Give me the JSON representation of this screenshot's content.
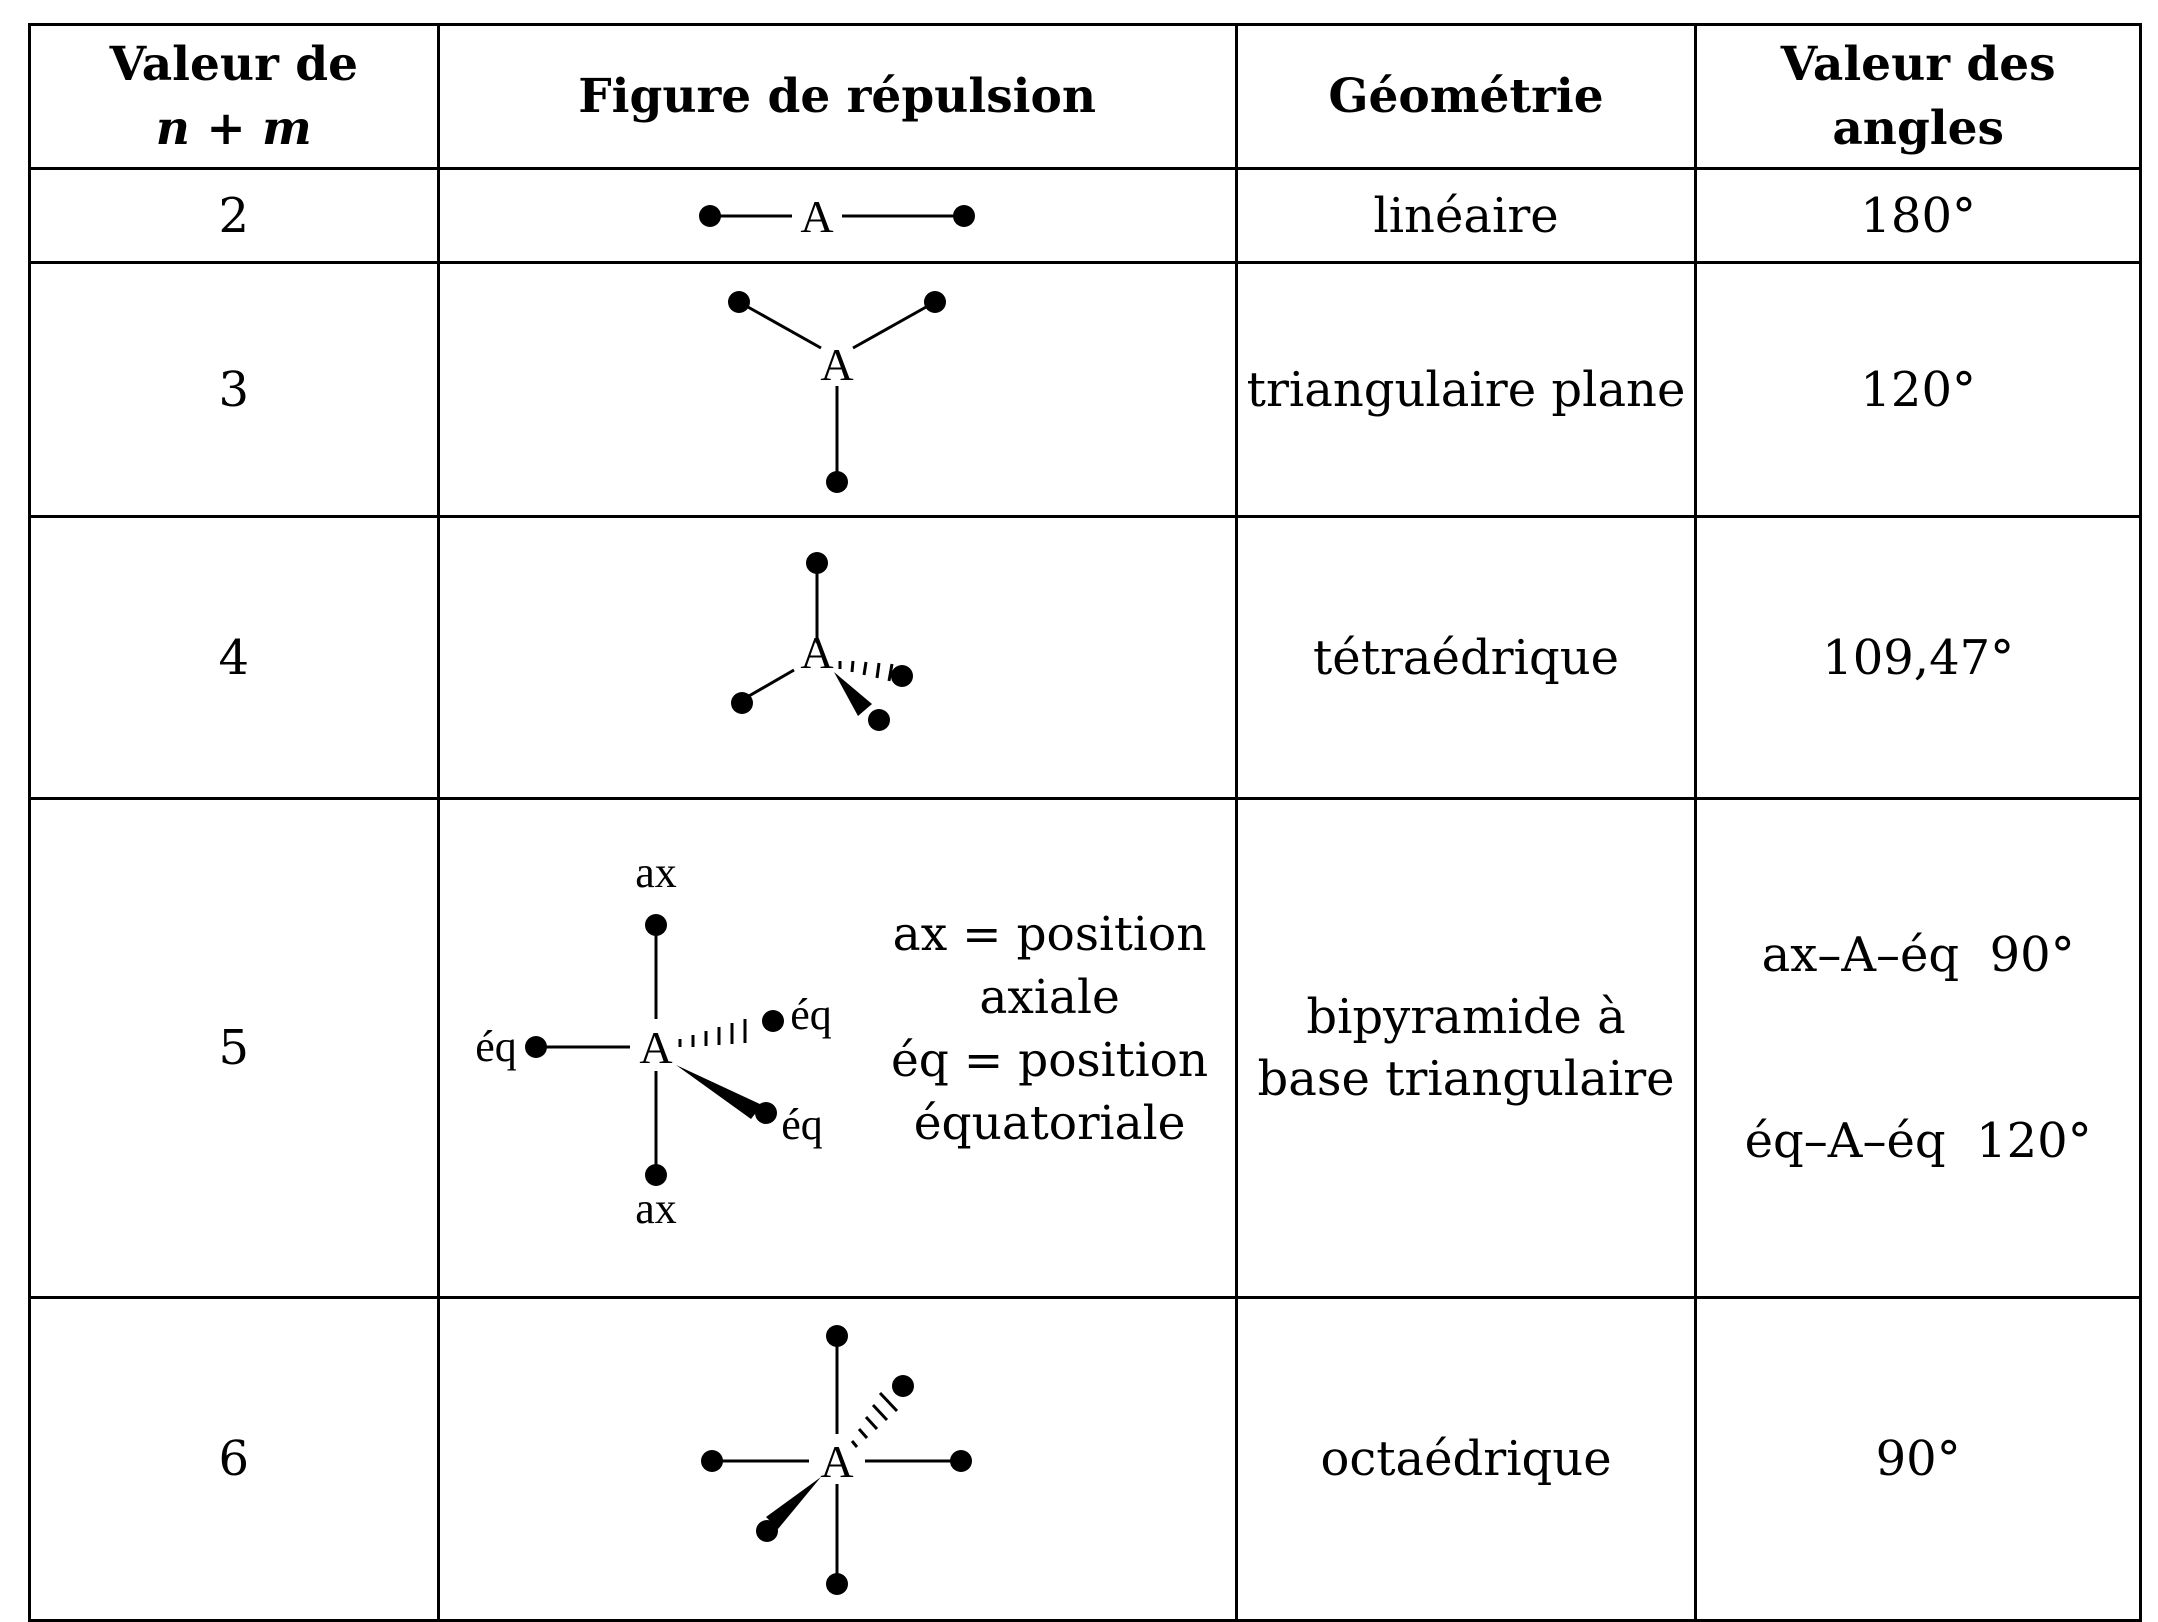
{
  "header": {
    "col1_line1": "Valeur de",
    "col1_line2": "n + m",
    "col2": "Figure de répulsion",
    "col3": "Géométrie",
    "col4_line1": "Valeur des",
    "col4_line2": "angles"
  },
  "rows": [
    {
      "n": "2",
      "geometry": "linéaire",
      "angle": "180°"
    },
    {
      "n": "3",
      "geometry": "triangulaire plane",
      "angle": "120°"
    },
    {
      "n": "4",
      "geometry": "tétraédrique",
      "angle": "109,47°"
    },
    {
      "n": "5",
      "geometry_line1": "bipyramide à",
      "geometry_line2": "base triangulaire",
      "angle_line1": "ax–A–éq  90°",
      "angle_line2": "éq–A–éq  120°"
    },
    {
      "n": "6",
      "geometry": "octaédrique",
      "angle": "90°"
    }
  ],
  "figure_labels": {
    "atom": "A",
    "axial": "ax",
    "equatorial": "éq"
  },
  "legend": {
    "line1": "ax = position",
    "line2": "axiale",
    "line3": "éq = position",
    "line4": "équatoriale"
  }
}
